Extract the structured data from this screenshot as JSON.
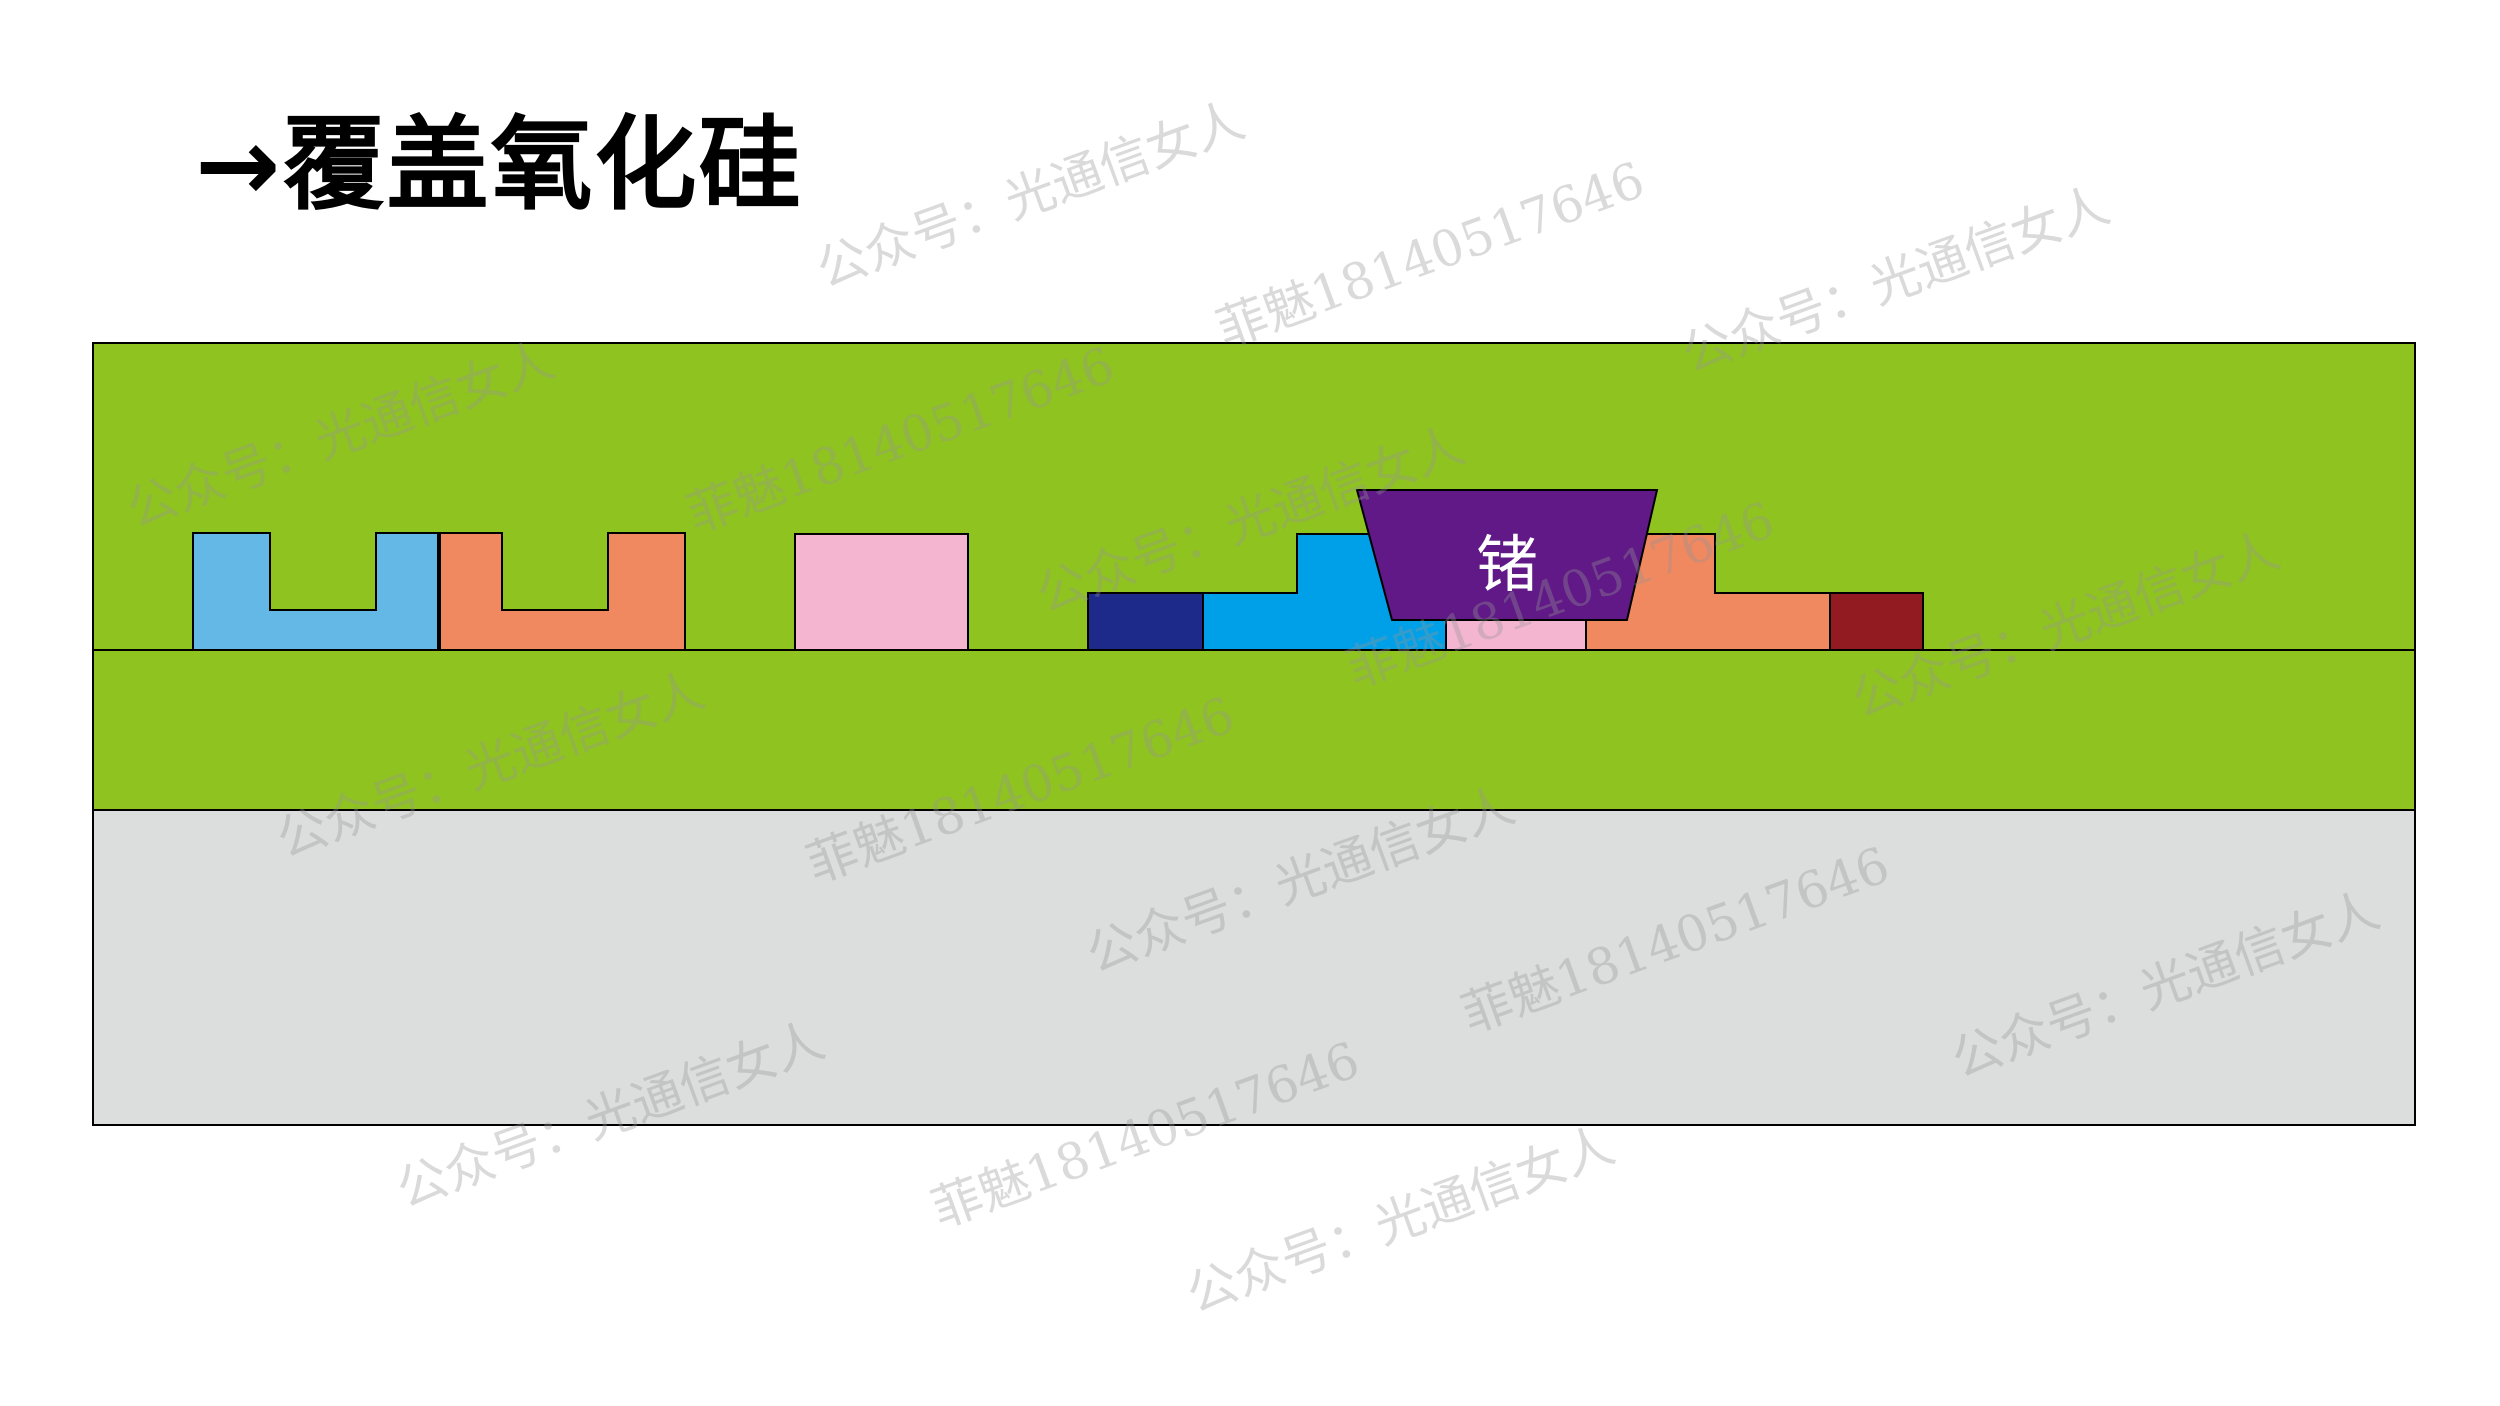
{
  "title": "→覆盖氧化硅",
  "labels": {
    "germanium": "锗"
  },
  "colors": {
    "oxide": "#8fc31f",
    "substrate": "#dcdddd",
    "component_light_blue": "#63b8e6",
    "component_orange": "#f08860",
    "component_pink": "#f4b5d1",
    "component_navy": "#1d2a8a",
    "component_blue": "#00a0e9",
    "component_dark_red": "#921b22",
    "germanium": "#601986",
    "outline": "#000000"
  },
  "watermarks": [
    "公众号：光通信女人",
    "菲魅18140517646"
  ]
}
